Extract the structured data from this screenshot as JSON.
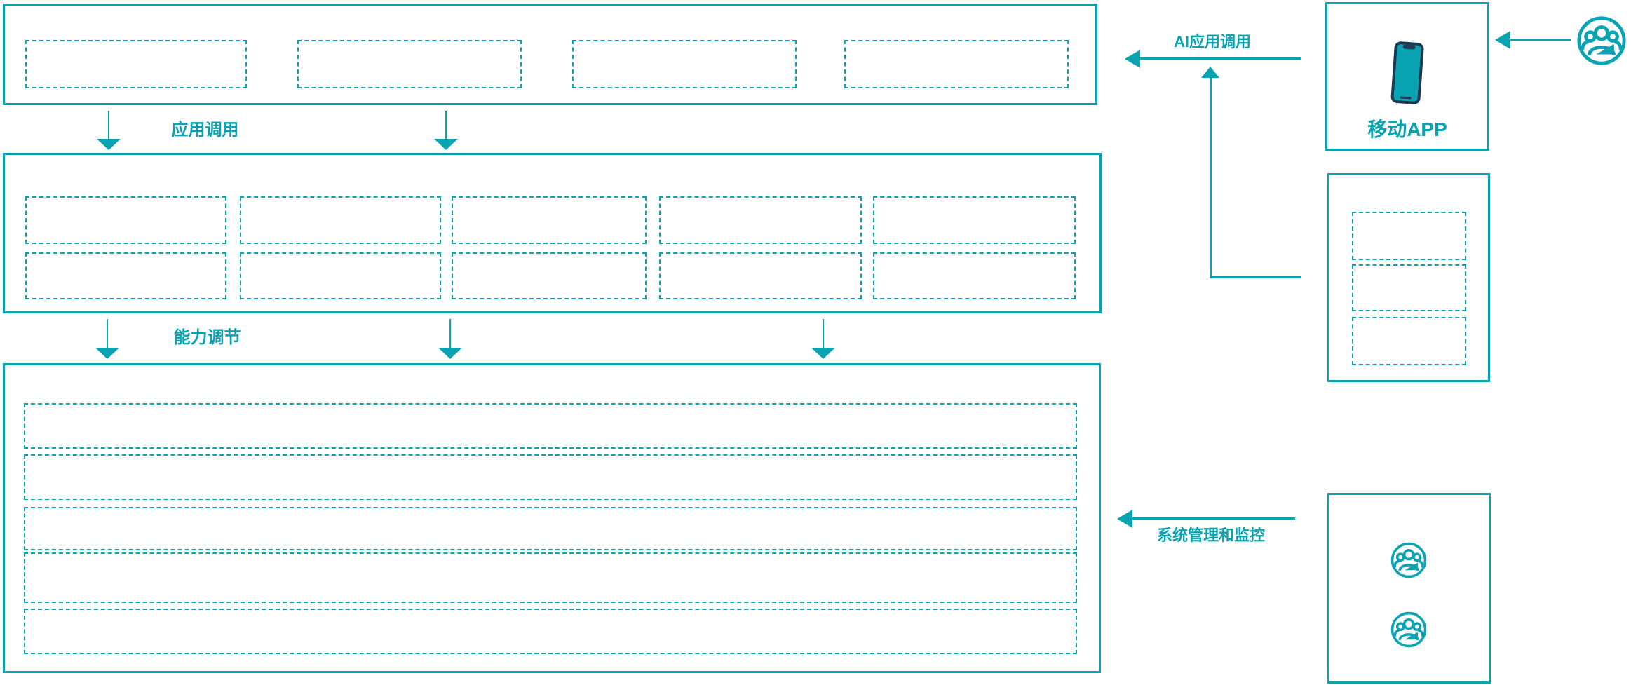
{
  "colors": {
    "accent": "#0aa3b2",
    "phone_dark": "#1e3a52",
    "background": "#ffffff"
  },
  "sections": {
    "top": {
      "placeholder_count": 4
    },
    "middle": {
      "placeholder_rows": 2,
      "placeholder_cols": 5
    },
    "bottom": {
      "placeholder_rows": 5
    }
  },
  "flows": {
    "app_call_label": "应用调用",
    "capability_adjust_label": "能力调节",
    "ai_app_call_label": "AI应用调用",
    "system_management_label": "系统管理和监控"
  },
  "right_panel": {
    "mobile_app_label": "移动APP",
    "mobile_app_icon": "smartphone-icon",
    "service_placeholder_count": 3,
    "admin_user_icon": "users-icon",
    "admin_user_icon_count": 2,
    "external_user_icon": "users-icon"
  }
}
